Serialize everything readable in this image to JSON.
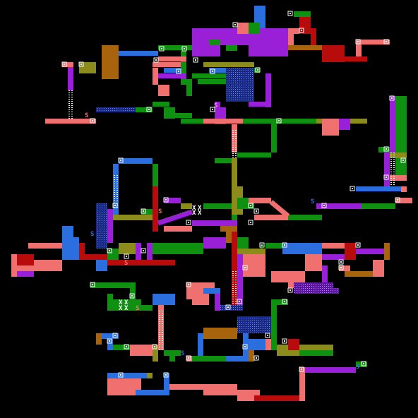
{
  "game": {
    "view": "dungeon-map",
    "background_color": "#000000",
    "palette": {
      "salmon": "#f07070",
      "green": "#109010",
      "purple": "#9a20d8",
      "blue": "#2a6ee0",
      "olive": "#8c8c1c",
      "brown": "#a8640c",
      "red": "#b80c0c",
      "navy": "#1a2a80",
      "white": "#ffffff"
    },
    "symbols": {
      "save_marker": "S",
      "treasure_marker": "X"
    },
    "icons": [
      "door-icon",
      "save-point-icon",
      "item-icon",
      "chest-icon"
    ]
  }
}
